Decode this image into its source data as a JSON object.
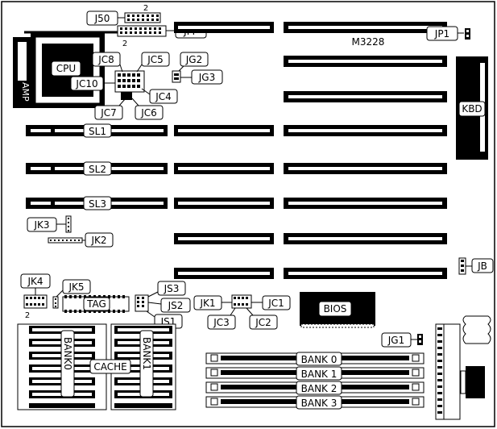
{
  "board": {
    "model": "M3228"
  },
  "labels": {
    "cpu": "CPU",
    "amp": "AMP",
    "kbd": "KBD",
    "bios": "BIOS",
    "tag": "TAG",
    "cache": "CACHE",
    "bank0_cache": "BANK0",
    "bank1_cache": "BANK1",
    "sl1": "SL1",
    "sl2": "SL2",
    "sl3": "SL3"
  },
  "connectors": {
    "j50": "J50",
    "j50_pin": "2",
    "jfp": "JFP",
    "jfp_pin": "2",
    "jp1": "JP1",
    "jb": "JB",
    "jg1": "JG1"
  },
  "jumpers": {
    "jc8": "JC8",
    "jc5": "JC5",
    "jg2": "JG2",
    "jc10": "JC10",
    "jg3": "JG3",
    "jc4": "JC4",
    "jc7": "JC7",
    "jc6": "JC6",
    "jk3": "JK3",
    "jk2": "JK2",
    "jk4": "JK4",
    "jk4_pin": "2",
    "jk5": "JK5",
    "js3": "JS3",
    "js2": "JS2",
    "js1": "JS1",
    "jk1": "JK1",
    "jc1": "JC1",
    "jc3": "JC3",
    "jc2": "JC2"
  },
  "memory_banks": [
    "BANK 0",
    "BANK 1",
    "BANK 2",
    "BANK 3"
  ]
}
